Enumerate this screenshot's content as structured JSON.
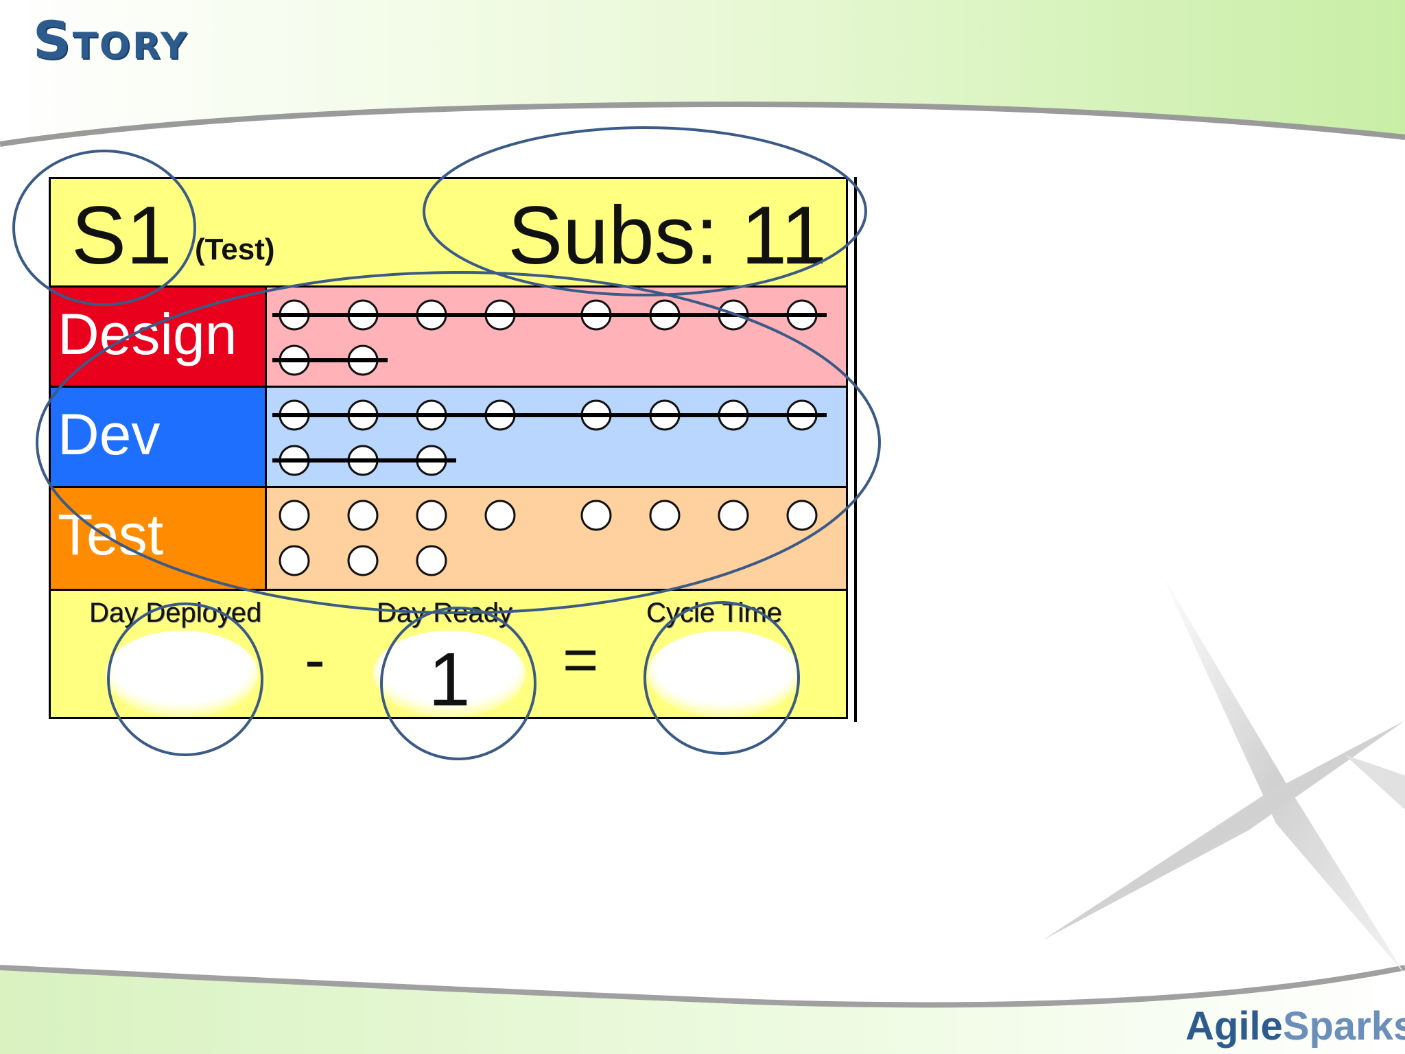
{
  "slide": {
    "title": "Story"
  },
  "card": {
    "story_id": "S1",
    "story_tag": "(Test)",
    "subs_text": "Subs: 11",
    "rows": [
      {
        "label": "Design",
        "color": "#e8001c",
        "fill": "#ffb3b8",
        "circles_total": 10,
        "circles_crossed": 10
      },
      {
        "label": "Dev",
        "color": "#1f6fff",
        "fill": "#b9d6ff",
        "circles_total": 11,
        "circles_crossed": 11
      },
      {
        "label": "Test",
        "color": "#ff8c00",
        "fill": "#ffd19e",
        "circles_total": 11,
        "circles_crossed": 0
      }
    ],
    "footer": {
      "day_deployed_label": "Day Deployed",
      "day_deployed_value": "",
      "minus": "-",
      "day_ready_label": "Day Ready",
      "day_ready_value": "1",
      "equals": "=",
      "cycle_time_label": "Cycle Time",
      "cycle_time_value": ""
    }
  },
  "brand": {
    "part1": "Agile",
    "part2": "Sparks"
  },
  "colors": {
    "title": "#2e5b8e",
    "highlight_oval": "#3b5a86",
    "card_yellow": "#ffff80"
  }
}
